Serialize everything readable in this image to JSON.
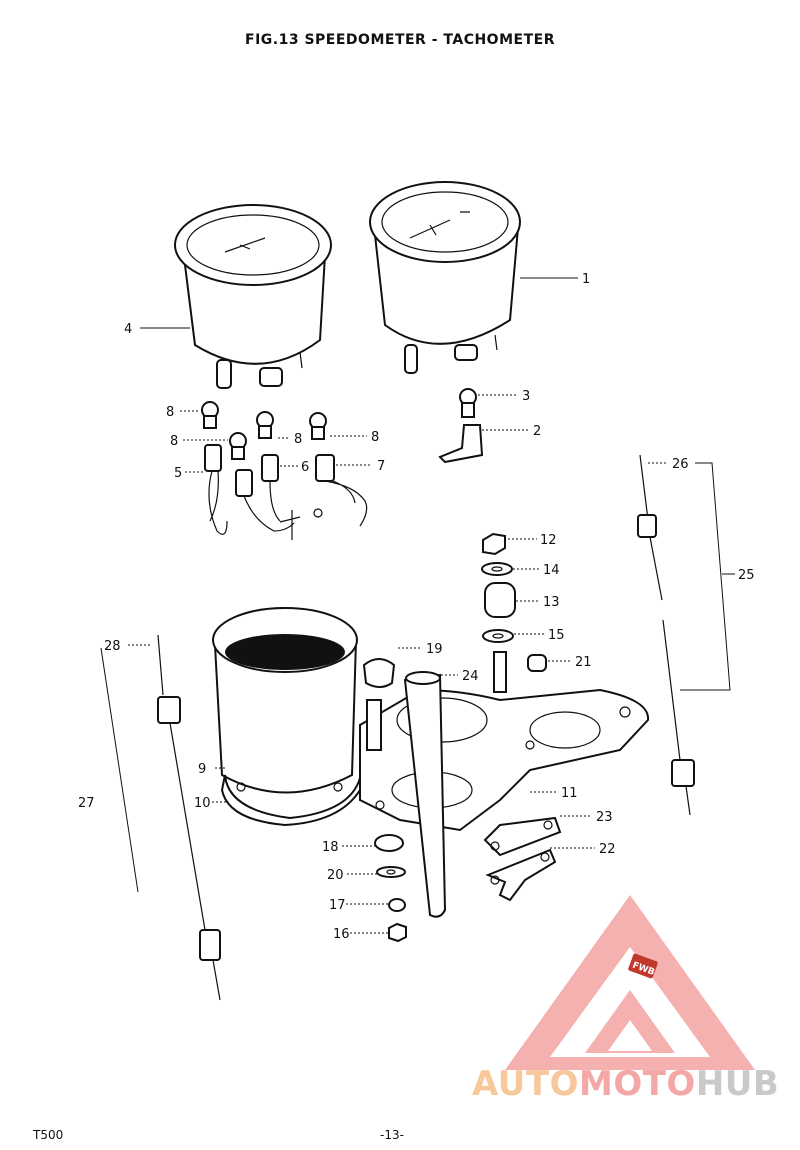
{
  "title": "FIG.13  SPEEDOMETER - TACHOMETER",
  "footer": {
    "model": "T500",
    "page": "-13-"
  },
  "watermark": {
    "part1": "AUTO",
    "part2": "MOTO",
    "part3": "HUB",
    "badge": "FWB"
  },
  "callouts": {
    "c1": "1",
    "c2": "2",
    "c3": "3",
    "c4": "4",
    "c5": "5",
    "c6": "6",
    "c7": "7",
    "c8a": "8",
    "c8b": "8",
    "c8c": "8",
    "c8d": "8",
    "c9": "9",
    "c10": "10",
    "c11": "11",
    "c12": "12",
    "c13": "13",
    "c14": "14",
    "c15": "15",
    "c16": "16",
    "c17": "17",
    "c18": "18",
    "c19": "19",
    "c20": "20",
    "c21": "21",
    "c22": "22",
    "c23": "23",
    "c24": "24",
    "c25": "25",
    "c26": "26",
    "c27": "27",
    "c28": "28"
  },
  "colors": {
    "ink": "#111111",
    "watermark_orange": "#f6c89b",
    "watermark_red": "#f4a7a7",
    "watermark_grey": "#c9c9c9"
  }
}
